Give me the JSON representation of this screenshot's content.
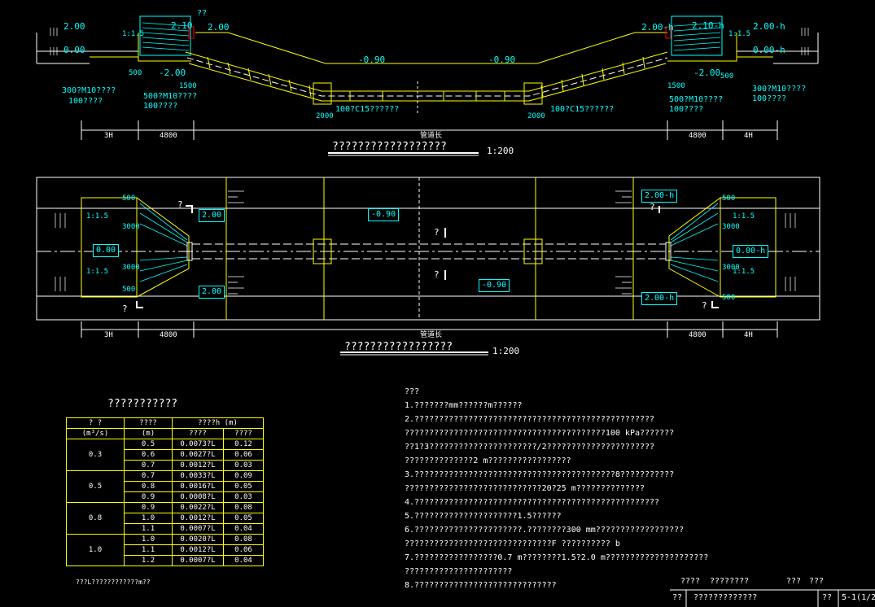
{
  "sections": {
    "profile_title": "??????????????????",
    "profile_scale": "1:200",
    "plan_title": "?????????????????",
    "plan_scale": "1:200"
  },
  "profile_labels": {
    "lvl_200_l": "2.00",
    "lvl_000_l": "0.00",
    "lvl_210_l": "2.10",
    "lvl_200_l2": "2.00",
    "lvl_m200_l": "-2.00",
    "lvl_m090_a": "-0.90",
    "lvl_m090_b": "-0.90",
    "lvl_200_r": "2.00-h",
    "lvl_210_r": "2.10-h",
    "lvl_200_r2": "2.00-h",
    "lvl_000_r": "0.00-h",
    "lvl_m200_r": "-2.00",
    "slope_l": "1:1.5",
    "slope_r": "1:1.5",
    "dim_500_l": "500",
    "dim_1500_l": "1500",
    "dim_2000_l": "2000",
    "dim_2000_r": "2000",
    "dim_1500_r": "1500",
    "dim_500_r": "500",
    "mortar_l1": "300?M10????",
    "mortar_l2": "100????",
    "mortar_c1": "500?M10????",
    "mortar_c2": "100????",
    "concrete_l": "100?C15??????",
    "concrete_r": "100?C15??????",
    "mortar_r1": "500?M10????",
    "mortar_r2": "100????",
    "mortar_r3": "300?M10????",
    "mortar_r4": "100????",
    "q_mark": "??",
    "dim_3h": "3H",
    "dim_4800_l": "4800",
    "dim_mid": "管道长",
    "dim_4800_r": "4800",
    "dim_4h": "4H"
  },
  "plan_labels": {
    "lvl_200_tl": "2.00",
    "lvl_200_bl": "2.00",
    "lvl_000_l": "0.00",
    "lvl_m090_t": "-0.90",
    "lvl_m090_b": "-0.90",
    "lvl_200_tr": "2.00-h",
    "lvl_200_br": "2.00-h",
    "lvl_000_r": "0.00-h",
    "slope_l1": "1:1.5",
    "slope_l2": "1:1.5",
    "slope_r1": "1:1.5",
    "slope_r2": "1:1.5",
    "dim_3000_a": "3000",
    "dim_3000_b": "3000",
    "dim_3000_c": "3000",
    "dim_3000_d": "3000",
    "dim_500_a": "500",
    "dim_500_b": "500",
    "dim_500_c": "500",
    "dim_500_d": "500",
    "sect_mark": "?",
    "dim_3h": "3H",
    "dim_4800_l": "4800",
    "dim_mid": "管道长",
    "dim_4800_r": "4800",
    "dim_4h": "4H"
  },
  "table": {
    "title": "???????????",
    "headers": {
      "q": "? ?",
      "q_unit": "(m³/s)",
      "d": "????",
      "d_unit": "(m)",
      "h": "????h (m)",
      "sub1": "????",
      "sub2": "????"
    },
    "groups": [
      {
        "q": "0.3",
        "rows": [
          [
            "0.5",
            "0.0073?L",
            "0.12"
          ],
          [
            "0.6",
            "0.0027?L",
            "0.06"
          ],
          [
            "0.7",
            "0.0012?L",
            "0.03"
          ]
        ]
      },
      {
        "q": "0.5",
        "rows": [
          [
            "0.7",
            "0.0033?L",
            "0.09"
          ],
          [
            "0.8",
            "0.0016?L",
            "0.05"
          ],
          [
            "0.9",
            "0.0008?L",
            "0.03"
          ]
        ]
      },
      {
        "q": "0.8",
        "rows": [
          [
            "0.9",
            "0.0022?L",
            "0.08"
          ],
          [
            "1.0",
            "0.0012?L",
            "0.05"
          ],
          [
            "1.1",
            "0.0007?L",
            "0.04"
          ]
        ]
      },
      {
        "q": "1.0",
        "rows": [
          [
            "1.0",
            "0.0020?L",
            "0.08"
          ],
          [
            "1.1",
            "0.0012?L",
            "0.06"
          ],
          [
            "1.2",
            "0.0007?L",
            "0.04"
          ]
        ]
      }
    ],
    "footnote": "???L????????????m??"
  },
  "notes": {
    "heading": "???",
    "lines": [
      "1.???????mm??????m??????",
      "2.?????????????????????????????????????????????????",
      "  ?????????????????????????????????????????100 kPa???????",
      "  ??1?3??????????????????????/2??????????????????????",
      "  ??????????????2 m?????????????????",
      "3.?????????????????????????????????????????8???????????",
      "  ????????????????????????????20?25 m??????????????",
      "4.??????????????????????????????????????????????????",
      "5.?????????????????????1.5??????",
      "6.??????????????????????.????????300 mm??????????????????",
      "  ??????????????????????????????F ??????????      b",
      "7.?????????????????0.7 m????????1.5?2.0 m?????????????????????",
      "  ??????????????????????",
      "8.?????????????????????????????"
    ]
  },
  "title_block": {
    "r1c1": "????",
    "r1c2": "????????",
    "r1c3": "???",
    "r1c4": "???",
    "r2c1": "??",
    "r2c2": "?????????????",
    "r2c3": "??",
    "r2c4": "5-1(1/2"
  }
}
